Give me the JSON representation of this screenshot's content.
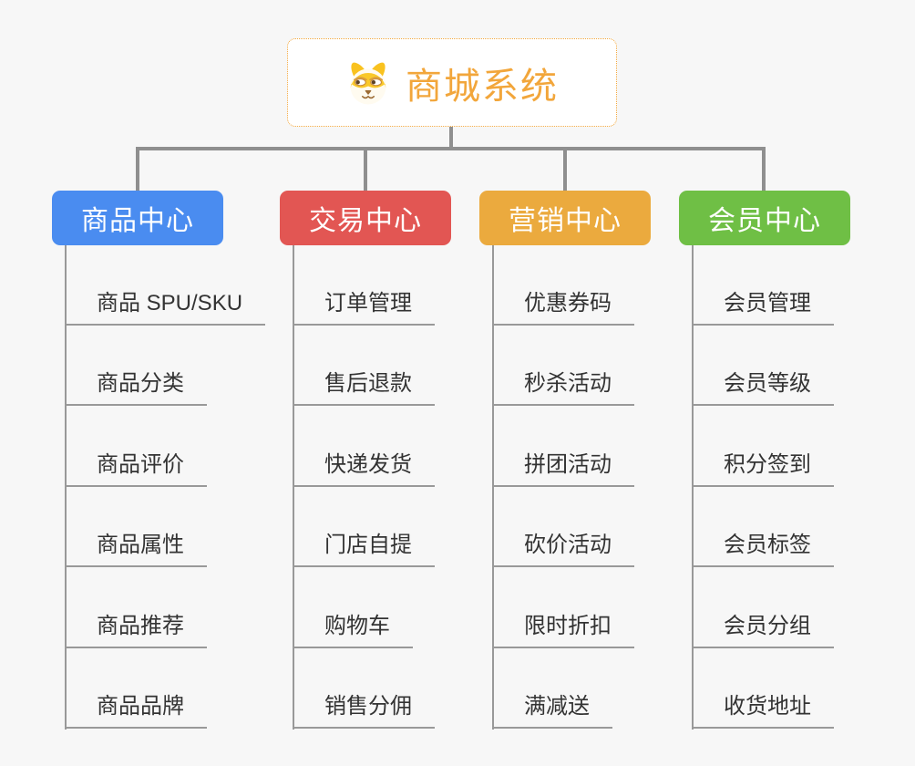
{
  "canvas": {
    "background_color": "#F7F7F7",
    "connector_color": "#8F8F8F",
    "underline_color": "#999999",
    "leaf_text_color": "#333333"
  },
  "root": {
    "title": "商城系统",
    "icon": "shiba-dog-face",
    "title_color": "#F2A63B",
    "border_color": "#F3A83E",
    "background_color": "#FFFFFF"
  },
  "branches": [
    {
      "id": "product-center",
      "label": "商品中心",
      "color": "#4A8CF0",
      "items": [
        "商品 SPU/SKU",
        "商品分类",
        "商品评价",
        "商品属性",
        "商品推荐",
        "商品品牌"
      ]
    },
    {
      "id": "trade-center",
      "label": "交易中心",
      "color": "#E25653",
      "items": [
        "订单管理",
        "售后退款",
        "快递发货",
        "门店自提",
        "购物车",
        "销售分佣"
      ]
    },
    {
      "id": "marketing-center",
      "label": "营销中心",
      "color": "#EBAA3E",
      "items": [
        "优惠券码",
        "秒杀活动",
        "拼团活动",
        "砍价活动",
        "限时折扣",
        "满减送"
      ]
    },
    {
      "id": "member-center",
      "label": "会员中心",
      "color": "#6FBF45",
      "items": [
        "会员管理",
        "会员等级",
        "积分签到",
        "会员标签",
        "会员分组",
        "收货地址"
      ]
    }
  ]
}
